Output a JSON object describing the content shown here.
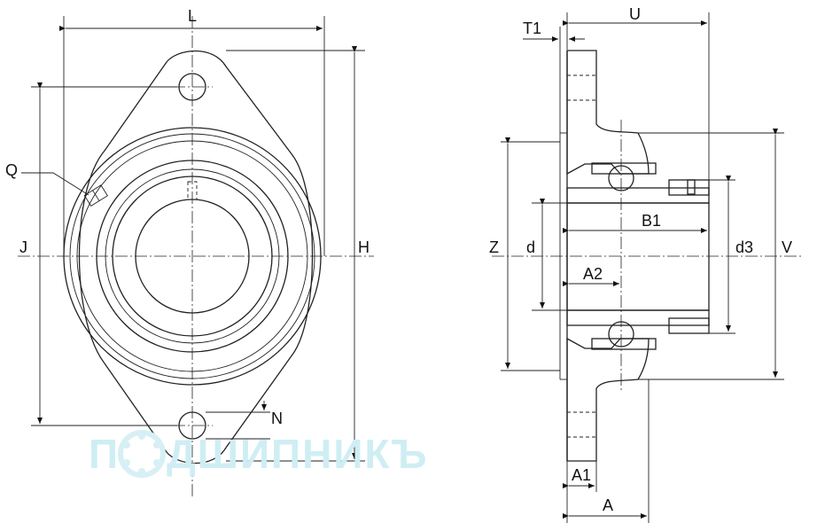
{
  "front_view": {
    "labels": {
      "L": "L",
      "H": "H",
      "J": "J",
      "Q": "Q",
      "N": "N"
    }
  },
  "section_view": {
    "labels": {
      "T1": "T1",
      "U": "U",
      "Z": "Z",
      "d": "d",
      "B1": "B1",
      "A2": "A2",
      "d3": "d3",
      "V": "V",
      "A1": "A1",
      "A": "A"
    }
  },
  "watermark": {
    "text_left": "П",
    "text_right": "ДШИПНИКЪ",
    "color": "#cfeef4"
  },
  "colors": {
    "line": "#222222",
    "background": "#ffffff"
  }
}
